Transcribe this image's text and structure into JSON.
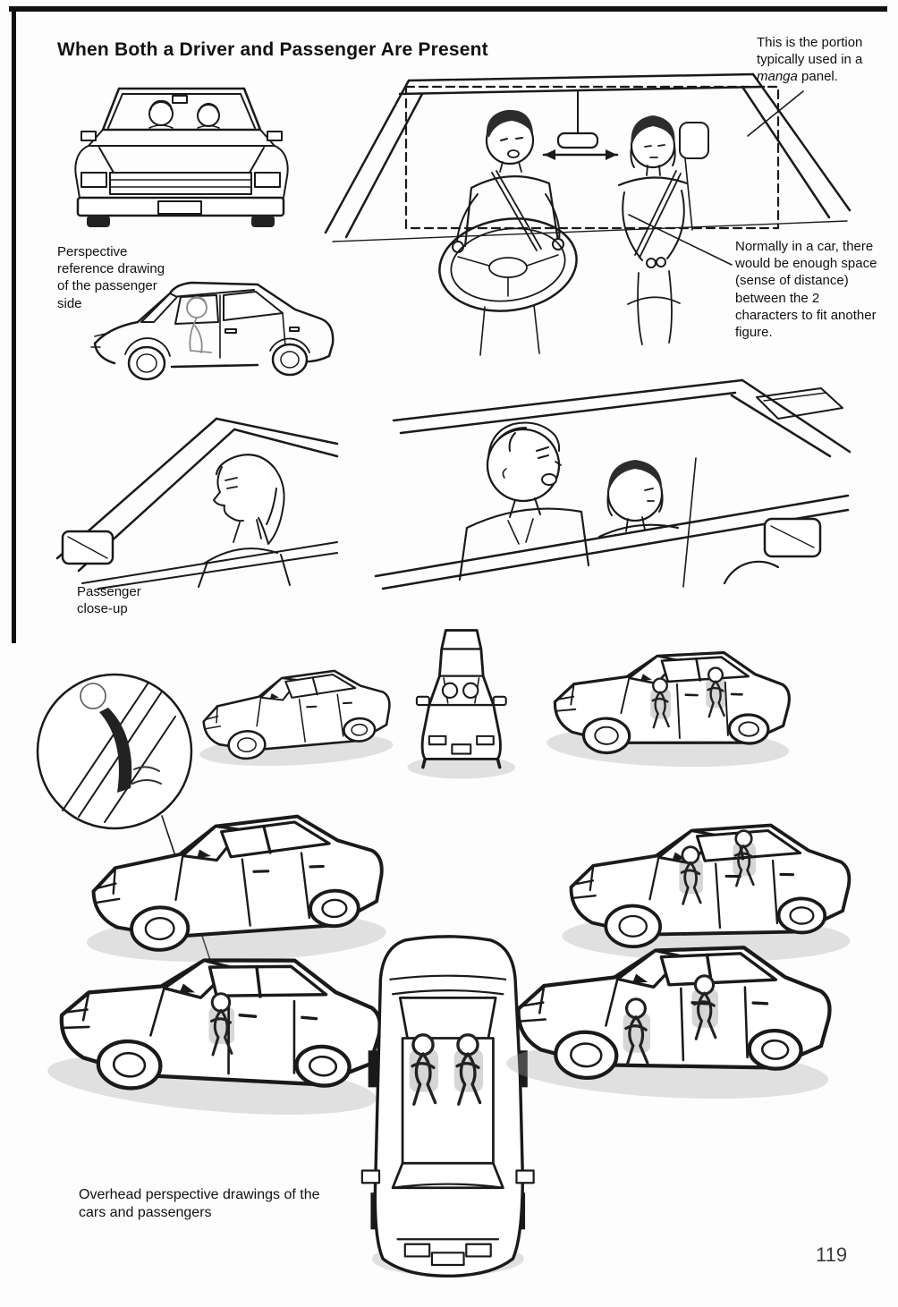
{
  "page": {
    "title": "When Both a Driver and Passenger Are Present",
    "page_number": "119"
  },
  "notes": {
    "manga_panel": {
      "part1": "This is the portion typically used in a ",
      "italic": "manga",
      "part2": " panel."
    },
    "perspective_reference": "Perspective reference drawing of the passenger side",
    "space": "Normally in a car, there would be enough space (sense of distance) between the 2 characters to fit another figure.",
    "passenger_closeup": "Passenger close-up",
    "overhead": "Overhead perspective drawings of the cars and passengers"
  }
}
